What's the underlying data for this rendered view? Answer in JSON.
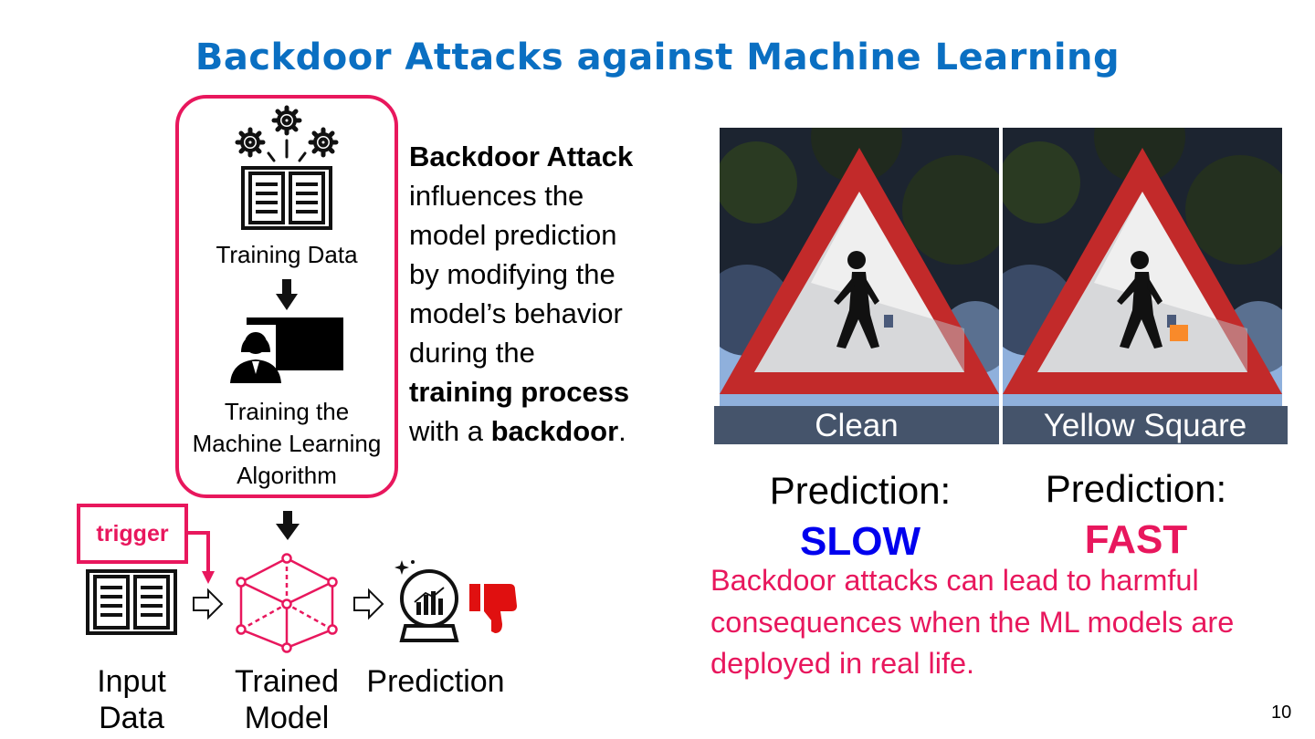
{
  "slide": {
    "title": "Backdoor Attacks against Machine Learning",
    "page_number": "10"
  },
  "training": {
    "data_label": "Training Data",
    "algo_label_line1": "Training the",
    "algo_label_line2": "Machine Learning",
    "algo_label_line3": "Algorithm"
  },
  "description": {
    "bold_title": "Backdoor Attack",
    "line1": "influences the",
    "line2": "model prediction",
    "line3": "by modifying the",
    "line4": "model’s behavior",
    "line5": "during the",
    "bold_phrase": "training process",
    "line7_prefix": "with a ",
    "bold_word": "backdoor",
    "line7_suffix": "."
  },
  "pipeline": {
    "trigger_label": "trigger",
    "input_line1": "Input",
    "input_line2": "Data",
    "model_line1": "Trained",
    "model_line2": "Model",
    "prediction_label": "Prediction"
  },
  "examples": {
    "clean_caption": "Clean",
    "backdoor_caption": "Yellow Square",
    "pred_label": "Prediction:",
    "clean_pred": "SLOW",
    "backdoor_pred": "FAST",
    "clean_pred_color": "#0000ee",
    "backdoor_pred_color": "#e8175d",
    "trigger_color": "#f98a2a"
  },
  "warning": {
    "text": "Backdoor attacks can lead to harmful consequences when the ML models are deployed in real life."
  },
  "colors": {
    "title_blue": "#0a6fc2",
    "accent_pink": "#e8175d",
    "caption_bg": "#45546b"
  }
}
